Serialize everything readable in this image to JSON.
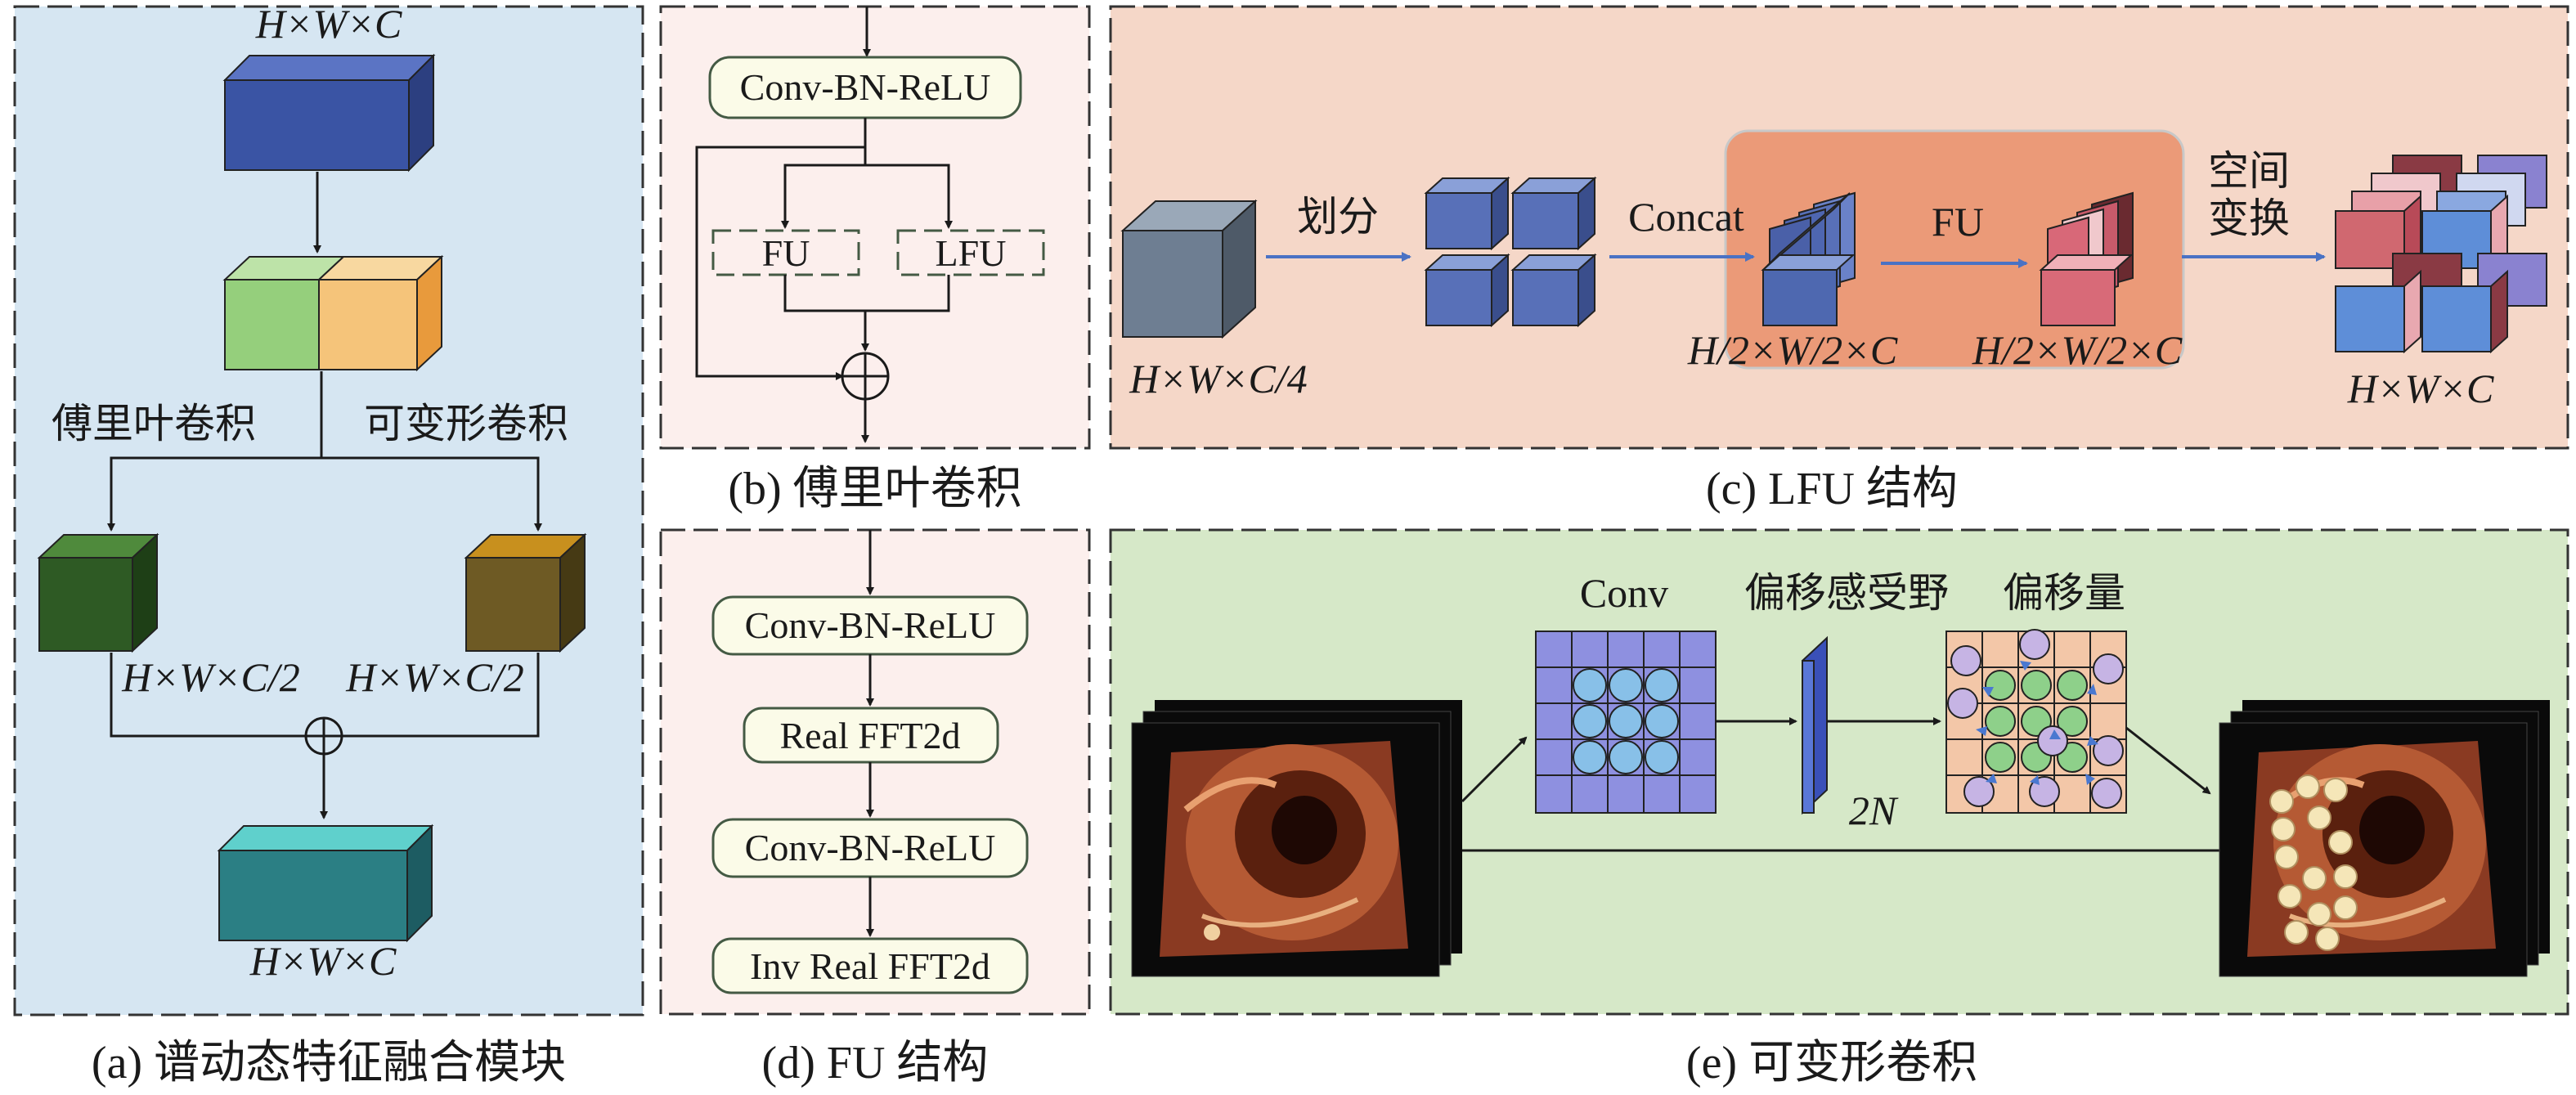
{
  "panel_a": {
    "caption": "(a) 谱动态特征融合模块",
    "input_dims": "H×W×C",
    "branch_left_label": "傅里叶卷积",
    "branch_right_label": "可变形卷积",
    "left_dims": "H×W×C/2",
    "right_dims": "H×W×C/2",
    "output_dims": "H×W×C",
    "colors": {
      "input": "#3a54a4",
      "left_half": "#95cf7c",
      "right_half": "#f5c47a",
      "left_out": "#2e5a24",
      "right_out": "#6e5a24",
      "output": "#2b7f84"
    }
  },
  "panel_b": {
    "caption": "(b) 傅里叶卷积",
    "block_top": "Conv-BN-ReLU",
    "block_fu": "FU",
    "block_lfu": "LFU"
  },
  "panel_c": {
    "caption": "(c) LFU 结构",
    "input_dims": "H×W×C/4",
    "split_label": "划分",
    "concat_label": "Concat",
    "fu_label": "FU",
    "mid_dims_1": "H/2×W/2×C",
    "mid_dims_2": "H/2×W/2×C",
    "transform_label_1": "空间",
    "transform_label_2": "变换",
    "output_dims": "H×W×C"
  },
  "panel_d": {
    "caption": "(d) FU 结构",
    "blocks": [
      "Conv-BN-ReLU",
      "Real FFT2d",
      "Conv-BN-ReLU",
      "Inv Real FFT2d"
    ]
  },
  "panel_e": {
    "caption": "(e) 可变形卷积",
    "conv_label": "Conv",
    "offset_field_label": "偏移感受野",
    "offsets_label": "偏移量",
    "channels_label": "2N"
  }
}
